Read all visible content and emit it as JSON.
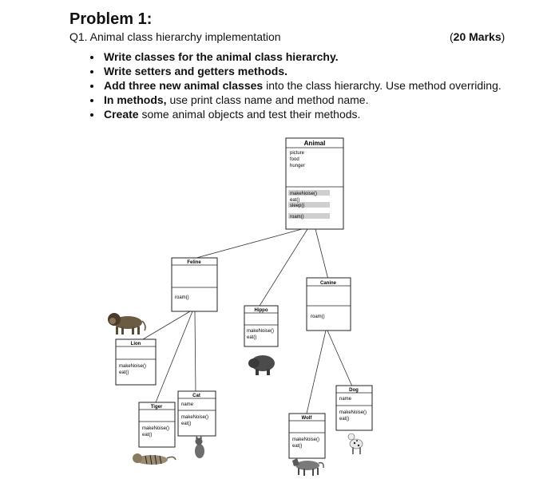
{
  "header": {
    "title": "Problem 1:",
    "question": "Q1. Animal class hierarchy implementation",
    "marks_prefix": "(",
    "marks_bold": "20 Marks",
    "marks_suffix": ")"
  },
  "bullets": [
    {
      "bold": "Write classes for the animal class hierarchy.",
      "rest": ""
    },
    {
      "bold": "Write setters and getters methods.",
      "rest": ""
    },
    {
      "bold": "Add three new animal classes",
      "rest": " into the class hierarchy. Use method overriding."
    },
    {
      "bold": "In methods,",
      "rest": " use print class name and method name."
    },
    {
      "bold": "Create",
      "rest": " some animal objects and test their methods."
    }
  ],
  "diagram": {
    "animal": {
      "name": "Animal",
      "fields": [
        "picture",
        "food",
        "hunger"
      ],
      "methods": [
        "makeNoise()",
        "eat()",
        "sleep()",
        "roam()"
      ]
    },
    "feline": {
      "name": "Feline",
      "methods": [
        "roam()"
      ]
    },
    "hippo": {
      "name": "Hippo",
      "methods": [
        "makeNoise()",
        "eat()"
      ]
    },
    "canine": {
      "name": "Canine",
      "methods": [
        "roam()"
      ]
    },
    "lion": {
      "name": "Lion",
      "methods": [
        "makeNoise()",
        "eat()"
      ]
    },
    "cat": {
      "name": "Cat",
      "fields": [
        "name"
      ],
      "methods": [
        "makeNoise()",
        "eat()"
      ]
    },
    "tiger": {
      "name": "Tiger",
      "methods": [
        "makeNoise()",
        "eat()"
      ]
    },
    "dog": {
      "name": "Dog",
      "fields": [
        "name"
      ],
      "methods": [
        "makeNoise()",
        "eat()"
      ]
    },
    "wolf": {
      "name": "Wolf",
      "methods": [
        "makeNoise()",
        "eat()"
      ]
    }
  }
}
